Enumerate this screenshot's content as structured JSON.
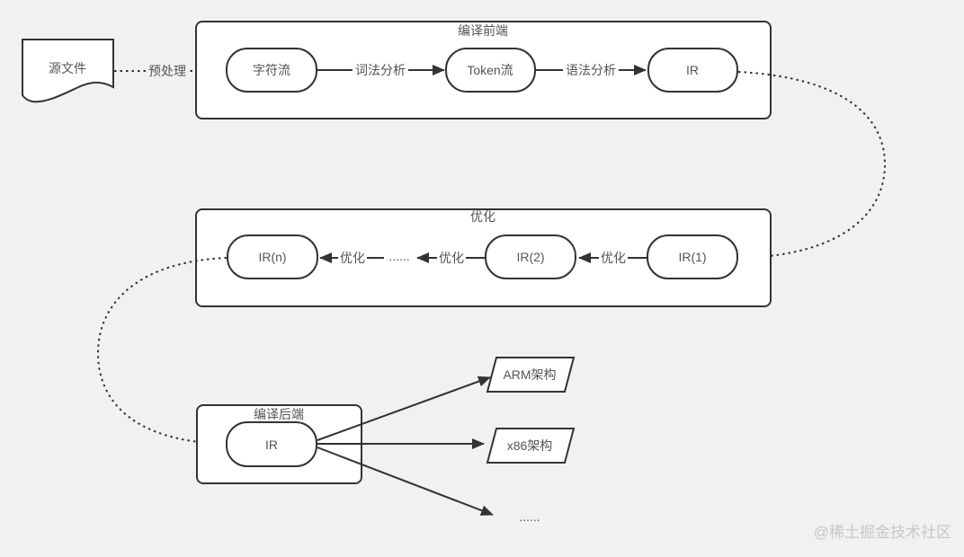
{
  "colors": {
    "background": "#f1f1f2",
    "shape-fill": "#ffffff",
    "stroke": "#333333",
    "text": "#545454",
    "watermark": "#c6c6c8"
  },
  "source_file": {
    "label": "源文件"
  },
  "preprocess_edge": {
    "label": "预处理"
  },
  "frontend": {
    "title": "编译前端",
    "nodes": {
      "char_stream": "字符流",
      "token_stream": "Token流",
      "ir": "IR"
    },
    "edge_labels": {
      "lexical": "词法分析",
      "syntax": "语法分析"
    }
  },
  "optimizer": {
    "title": "优化",
    "nodes": {
      "ir_n": "IR(n)",
      "ir_2": "IR(2)",
      "ir_1": "IR(1)"
    },
    "edge_labels": [
      "优化",
      "优化",
      "优化"
    ],
    "ellipsis": "......"
  },
  "backend": {
    "title": "编译后端",
    "nodes": {
      "ir": "IR"
    },
    "targets": {
      "arm": "ARM架构",
      "x86": "x86架构",
      "more": "......"
    }
  },
  "watermark": "@稀土掘金技术社区"
}
